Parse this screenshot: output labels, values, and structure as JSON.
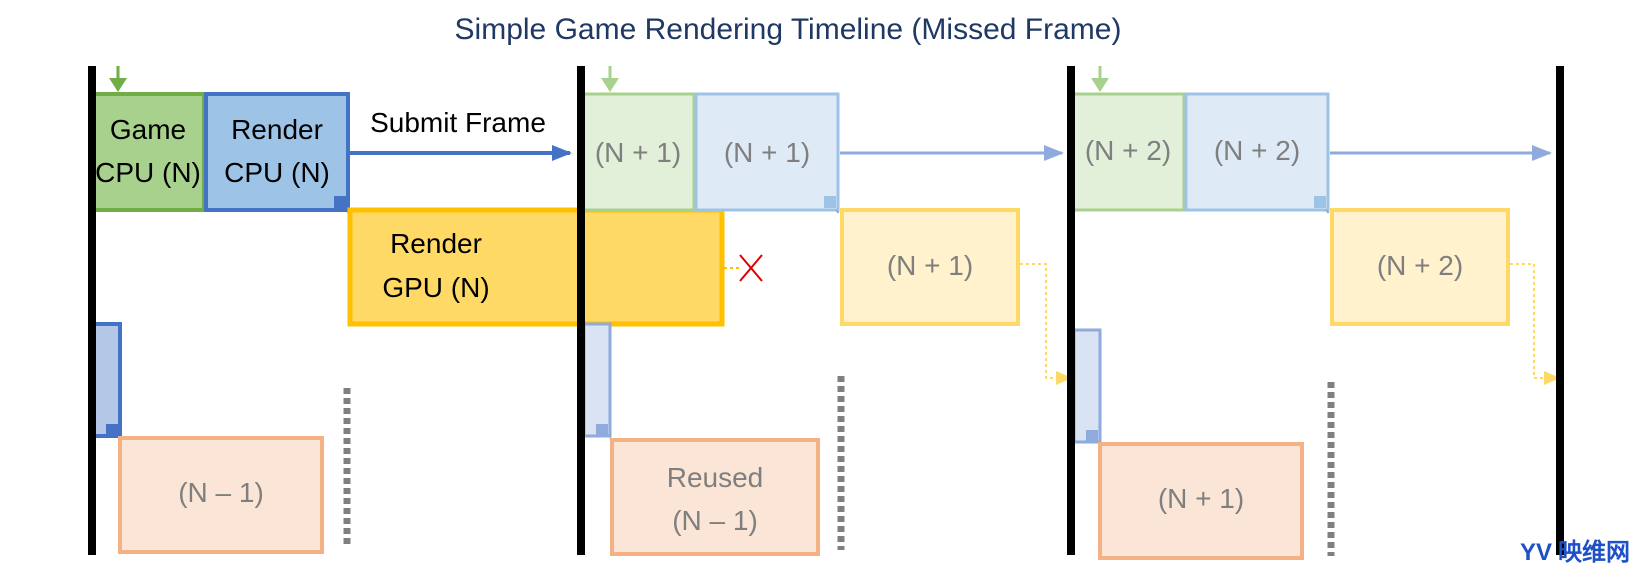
{
  "title": "Simple Game Rendering Timeline (Missed Frame)",
  "colors": {
    "game_cpu": "#a9d18e",
    "game_cpu_border": "#70ad47",
    "render_cpu": "#9dc3e6",
    "render_cpu_border": "#4472c4",
    "gpu": "#ffd966",
    "gpu_border": "#ffc000",
    "display": "#f8cbad",
    "display_border": "#f4b183",
    "vsync": "#000000",
    "missed": "#e00000"
  },
  "frame1": {
    "game_cpu": [
      "Game",
      "CPU (N)"
    ],
    "render_cpu": [
      "Render",
      "CPU (N)"
    ],
    "submit": "Submit Frame",
    "gpu": [
      "Render",
      "GPU (N)"
    ],
    "display": "(N – 1)"
  },
  "frame2": {
    "game_cpu": "(N + 1)",
    "render_cpu": "(N + 1)",
    "gpu": "(N + 1)",
    "display": [
      "Reused",
      "(N – 1)"
    ]
  },
  "frame3": {
    "game_cpu": "(N + 2)",
    "render_cpu": "(N + 2)",
    "gpu": "(N + 2)",
    "display": "(N + 1)"
  },
  "watermark": {
    "logo": "YV",
    "text": "映维网"
  }
}
